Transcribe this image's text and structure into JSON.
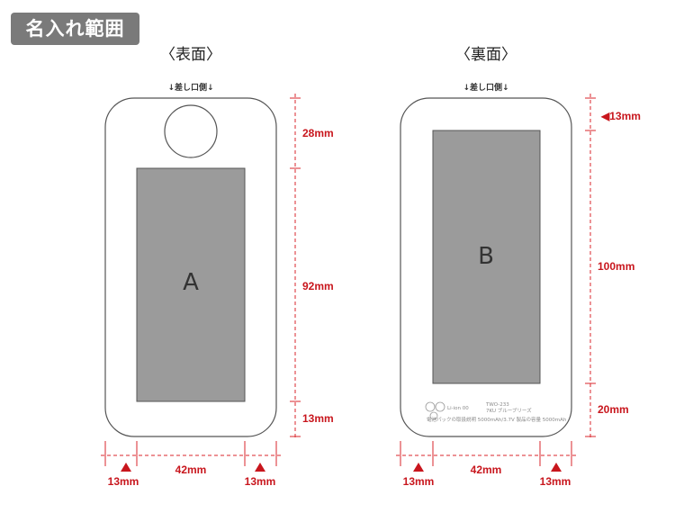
{
  "badge": "名入れ範囲",
  "front": {
    "title": "〈表面〉",
    "slot_label": "↓差し口側↓",
    "zone_label": "A",
    "dims": {
      "top": "28mm",
      "middle": "92mm",
      "bottom": "13mm",
      "left": "13mm",
      "width": "42mm",
      "right": "13mm"
    }
  },
  "back": {
    "title": "〈裏面〉",
    "slot_label": "↓差し口側↓",
    "zone_label": "B",
    "dims": {
      "top": "◀13mm",
      "middle": "100mm",
      "bottom": "20mm",
      "left": "13mm",
      "width": "42mm",
      "right": "13mm"
    },
    "fine_print": {
      "line1": "Li-ion 00",
      "line2": "TWO-233",
      "line3": "7KU ブルーブリーズ",
      "line4": "電池パックの取扱説明  5000mAh/3.7V   製品の容量 5000mAh"
    }
  },
  "colors": {
    "accent": "#c8161d",
    "zone_fill": "#9b9b9b",
    "outline": "#555555",
    "badge": "#7a7a7a"
  }
}
